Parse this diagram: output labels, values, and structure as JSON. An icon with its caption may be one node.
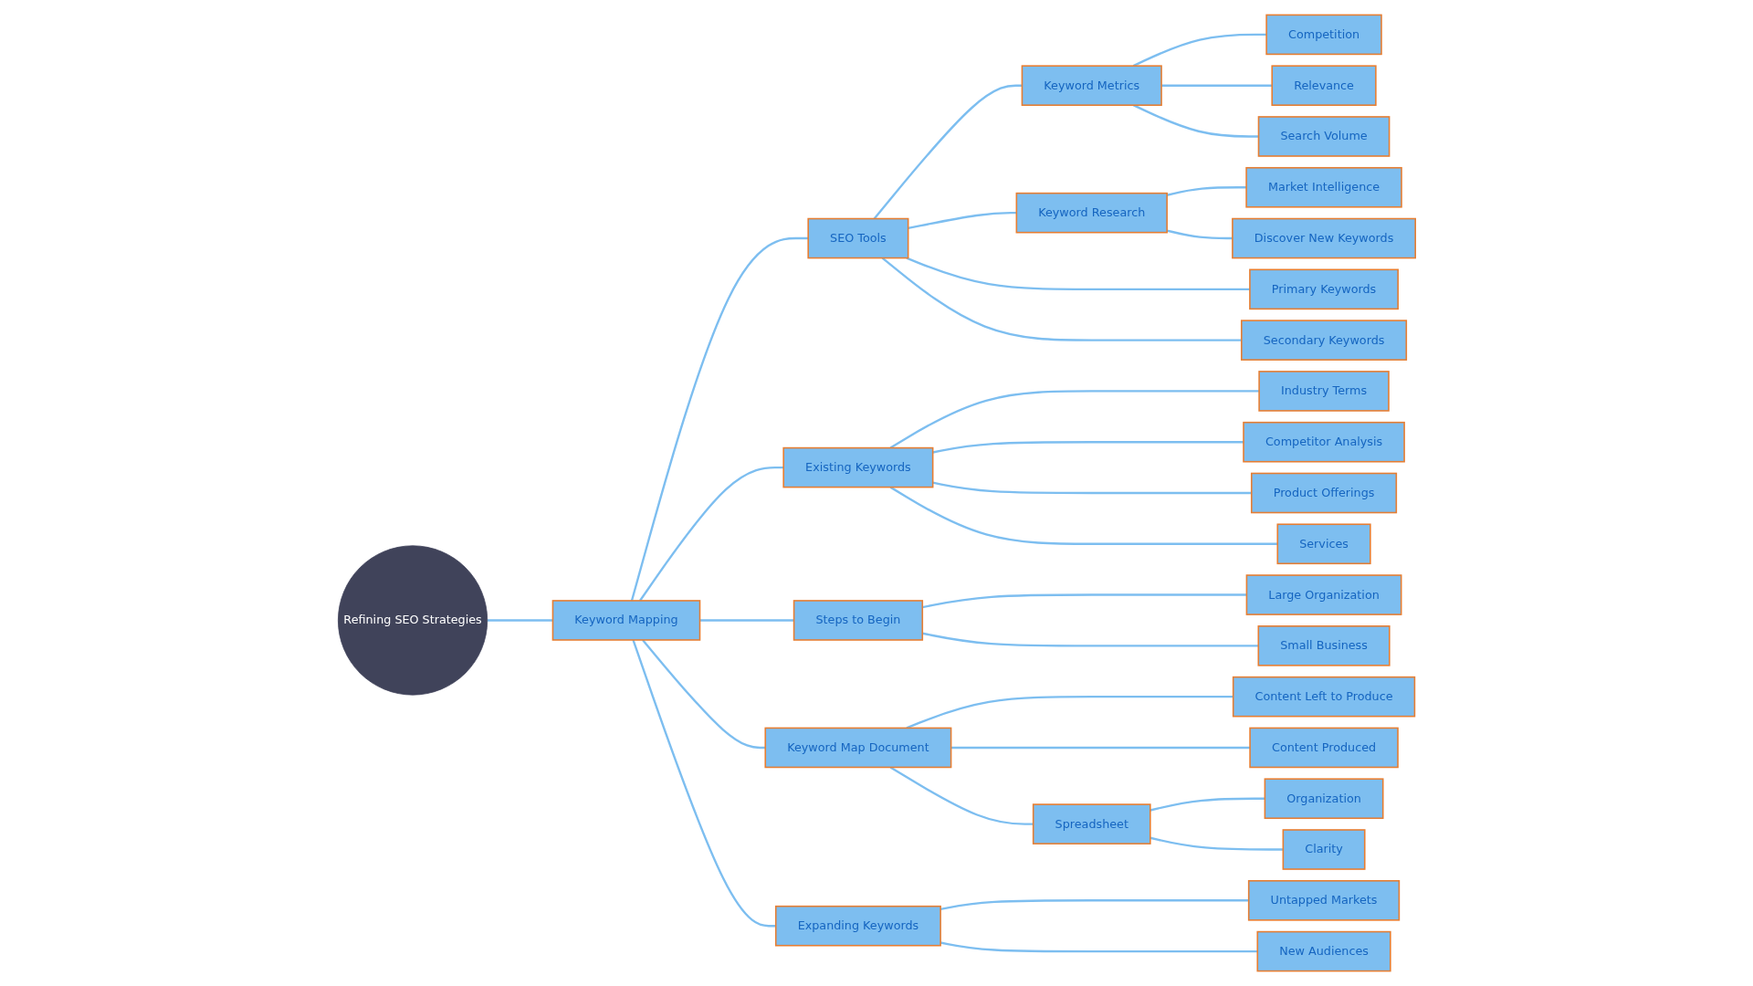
{
  "diagram": {
    "nodes": [
      {
        "text": [
          "Refining SEO Strategies"
        ]
      },
      {
        "text": [
          "Keyword Mapping"
        ]
      },
      {
        "text": [
          "SEO Tools"
        ]
      },
      {
        "text": [
          "Keyword Metrics"
        ]
      },
      {
        "text": [
          "Competition"
        ]
      },
      {
        "text": [
          "Relevance"
        ]
      },
      {
        "text": [
          "Search Volume"
        ]
      },
      {
        "text": [
          "Keyword Research"
        ]
      },
      {
        "text": [
          "Market Intelligence"
        ]
      },
      {
        "text": [
          "Discover New Keywords"
        ]
      },
      {
        "text": [
          "Primary Keywords"
        ]
      },
      {
        "text": [
          "Secondary Keywords"
        ]
      },
      {
        "text": [
          "Existing Keywords"
        ]
      },
      {
        "text": [
          "Industry Terms"
        ]
      },
      {
        "text": [
          "Competitor Analysis"
        ]
      },
      {
        "text": [
          "Product Offerings"
        ]
      },
      {
        "text": [
          "Services"
        ]
      },
      {
        "text": [
          "Steps to Begin"
        ]
      },
      {
        "text": [
          "Large Organization"
        ]
      },
      {
        "text": [
          "Small Business"
        ]
      },
      {
        "text": [
          "Keyword Map Document"
        ]
      },
      {
        "text": [
          "Content Left to Produce"
        ]
      },
      {
        "text": [
          "Content Produced"
        ]
      },
      {
        "text": [
          "Spreadsheet"
        ]
      },
      {
        "text": [
          "Organization"
        ]
      },
      {
        "text": [
          "Clarity"
        ]
      },
      {
        "text": [
          "Expanding Keywords"
        ]
      },
      {
        "text": [
          "Untapped Markets"
        ]
      },
      {
        "text": [
          "New Audiences"
        ]
      }
    ],
    "edges": [
      {
        "from": 0,
        "to": 1,
        "arrow": "none"
      },
      {
        "from": 1,
        "to": 2,
        "arrow": "none"
      },
      {
        "from": 1,
        "to": 12,
        "arrow": "none"
      },
      {
        "from": 1,
        "to": 17,
        "arrow": "none"
      },
      {
        "from": 1,
        "to": 20,
        "arrow": "none"
      },
      {
        "from": 1,
        "to": 26,
        "arrow": "none"
      },
      {
        "from": 2,
        "to": 3,
        "arrow": "none"
      },
      {
        "from": 2,
        "to": 7,
        "arrow": "none"
      },
      {
        "from": 2,
        "to": 10,
        "arrow": "none"
      },
      {
        "from": 2,
        "to": 11,
        "arrow": "none"
      },
      {
        "from": 12,
        "to": 13,
        "arrow": "none"
      },
      {
        "from": 12,
        "to": 14,
        "arrow": "none"
      },
      {
        "from": 12,
        "to": 15,
        "arrow": "none"
      },
      {
        "from": 12,
        "to": 16,
        "arrow": "none"
      },
      {
        "from": 17,
        "to": 18,
        "arrow": "none"
      },
      {
        "from": 17,
        "to": 19,
        "arrow": "none"
      },
      {
        "from": 20,
        "to": 21,
        "arrow": "none"
      },
      {
        "from": 20,
        "to": 22,
        "arrow": "none"
      },
      {
        "from": 20,
        "to": 23,
        "arrow": "none"
      },
      {
        "from": 26,
        "to": 27,
        "arrow": "none"
      },
      {
        "from": 26,
        "to": 28,
        "arrow": "none"
      },
      {
        "from": 3,
        "to": 4,
        "arrow": "none"
      },
      {
        "from": 3,
        "to": 5,
        "arrow": "none"
      },
      {
        "from": 3,
        "to": 6,
        "arrow": "none"
      },
      {
        "from": 7,
        "to": 8,
        "arrow": "none"
      },
      {
        "from": 7,
        "to": 9,
        "arrow": "none"
      },
      {
        "from": 23,
        "to": 24,
        "arrow": "none"
      },
      {
        "from": 23,
        "to": 25,
        "arrow": "none"
      }
    ]
  }
}
